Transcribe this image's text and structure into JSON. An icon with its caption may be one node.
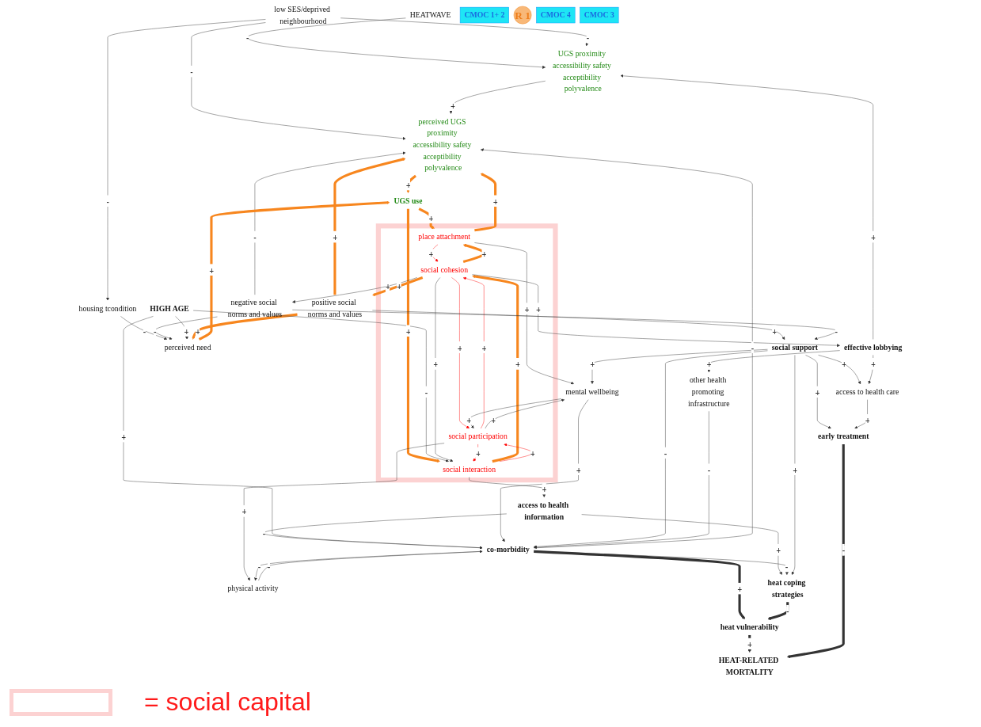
{
  "diagram": {
    "nodes": [
      {
        "text": [
          "UGS proximity accessibility safety acceptibility polyvalence"
        ]
      },
      {
        "text": [
          "perceived UGS proximity accessibility safety acceptibility polyvalence"
        ]
      },
      {
        "text": [
          "low SES/deprived neighbourhood"
        ]
      },
      {
        "text": [
          "housing tcondition"
        ]
      },
      {
        "text": [
          "HEATWAVE"
        ]
      },
      {
        "text": [
          "perceived need"
        ]
      },
      {
        "text": [
          "CMOC 1+ 2"
        ]
      },
      {
        "text": [
          "R 1"
        ]
      },
      {
        "text": [
          "CMOC 4"
        ]
      },
      {
        "text": [
          "positive social norms and values"
        ]
      },
      {
        "text": [
          "negative social norms and values"
        ]
      },
      {
        "text": [
          "UGS use"
        ]
      },
      {
        "text": [
          "HIGH AGE"
        ]
      },
      {
        "text": [],
        "shape": "box"
      },
      {
        "text": [
          "CMOC 3"
        ]
      },
      {
        "text": [
          "place attachment"
        ],
        "in": 13
      },
      {
        "text": [
          "social interaction"
        ],
        "in": 13
      },
      {
        "text": [
          "social cohesion"
        ],
        "in": 13
      },
      {
        "text": [
          "social participation"
        ],
        "in": 13
      },
      {
        "text": [
          "physical activity"
        ]
      },
      {
        "text": [
          "access to health information"
        ]
      },
      {
        "text": [
          "social support"
        ]
      },
      {
        "text": [
          "effective lobbying"
        ]
      },
      {
        "text": [
          "mental wellbeing"
        ]
      },
      {
        "text": [
          "access to health care"
        ]
      },
      {
        "text": [
          "other health promoting infrastructure"
        ]
      },
      {
        "text": [
          "co-morbidity"
        ]
      },
      {
        "text": [
          "heat coping strategies"
        ]
      },
      {
        "text": [
          "early treatment"
        ]
      },
      {
        "text": [
          "heat vulnerability"
        ]
      },
      {
        "text": [
          "HEAT-RELATED MORTALITY"
        ]
      }
    ],
    "edges": [
      {
        "from": 4,
        "to": 0,
        "arrow": "to",
        "label": "-"
      },
      {
        "from": 22,
        "to": 0,
        "arrow": "to",
        "label": "+"
      },
      {
        "from": 2,
        "to": 0,
        "arrow": "to",
        "label": "-"
      },
      {
        "from": 2,
        "to": 1,
        "arrow": "to",
        "label": "-"
      },
      {
        "from": 10,
        "to": 1,
        "arrow": "to",
        "label": "-"
      },
      {
        "from": 0,
        "to": 1,
        "arrow": "to",
        "label": "+"
      },
      {
        "from": 26,
        "to": 1,
        "arrow": "to",
        "label": "-"
      },
      {
        "from": 2,
        "to": 3,
        "arrow": "to",
        "label": "-"
      },
      {
        "from": 3,
        "to": 5,
        "arrow": "to",
        "label": "-"
      },
      {
        "from": 10,
        "to": 5,
        "arrow": "to",
        "label": "-"
      },
      {
        "from": 12,
        "to": 5,
        "arrow": "to",
        "label": "+"
      },
      {
        "from": 1,
        "to": 11,
        "arrow": "to",
        "label": "+",
        "style": "thick",
        "color": "#f7861e"
      },
      {
        "from": 5,
        "to": 11,
        "arrow": "to",
        "label": "+",
        "style": "thick",
        "color": "#f7861e"
      },
      {
        "from": 9,
        "to": 5,
        "arrow": "to",
        "label": "+",
        "style": "thick",
        "color": "#f7861e"
      },
      {
        "from": 15,
        "to": 1,
        "arrow": "to",
        "label": "+",
        "style": "thick",
        "color": "#f7861e"
      },
      {
        "from": 9,
        "to": 1,
        "arrow": "to",
        "label": "+",
        "style": "thick",
        "color": "#f7861e"
      },
      {
        "from": 11,
        "to": 15,
        "arrow": "to",
        "label": "+",
        "style": "thick",
        "color": "#f7861e"
      },
      {
        "from": 11,
        "to": 16,
        "arrow": "to",
        "label": "+",
        "style": "thick",
        "color": "#f7861e"
      },
      {
        "from": 12,
        "to": 16,
        "arrow": "to",
        "label": "-"
      },
      {
        "from": 16,
        "to": 17,
        "arrow": "to",
        "label": "+",
        "style": "thick",
        "color": "#f7861e"
      },
      {
        "from": 17,
        "to": 15,
        "arrow": "to",
        "label": "+",
        "style": "thick",
        "color": "#f7861e"
      },
      {
        "from": 17,
        "to": 9,
        "arrow": "to",
        "label": "+",
        "style": "thick",
        "color": "#f7861e"
      },
      {
        "from": 15,
        "to": 17,
        "arrow": "to",
        "label": "+",
        "color": "#ff0000"
      },
      {
        "from": 17,
        "to": 16,
        "arrow": "to",
        "label": "+"
      },
      {
        "from": 16,
        "to": 18,
        "arrow": "to",
        "label": "+",
        "color": "#ff0000"
      },
      {
        "from": 18,
        "to": 16,
        "arrow": "to",
        "label": "+",
        "color": "#ff0000"
      },
      {
        "from": 17,
        "to": 18,
        "arrow": "to",
        "label": "+",
        "color": "#ff0000"
      },
      {
        "from": 18,
        "to": 17,
        "arrow": "to",
        "label": "+",
        "color": "#ff0000"
      },
      {
        "from": 17,
        "to": 10,
        "arrow": "to",
        "label": "+"
      },
      {
        "from": 9,
        "to": 21,
        "arrow": "to",
        "label": "+"
      },
      {
        "from": 10,
        "to": 21,
        "arrow": "to",
        "label": "-"
      },
      {
        "from": 17,
        "to": 22,
        "arrow": "to",
        "label": "+"
      },
      {
        "from": 18,
        "to": 19,
        "arrow": "to",
        "label": "+"
      },
      {
        "from": 16,
        "to": 20,
        "arrow": "to",
        "label": "+"
      },
      {
        "from": 18,
        "to": 23,
        "arrow": "to",
        "label": "+"
      },
      {
        "from": 23,
        "to": 18,
        "arrow": "to",
        "label": "+"
      },
      {
        "from": 15,
        "to": 23,
        "arrow": "to",
        "label": "+"
      },
      {
        "from": 21,
        "to": 23,
        "arrow": "to",
        "label": "+"
      },
      {
        "from": 19,
        "to": 26,
        "arrow": "to",
        "label": "-"
      },
      {
        "from": 26,
        "to": 19,
        "arrow": "to",
        "label": "-"
      },
      {
        "from": 20,
        "to": 26,
        "arrow": "to",
        "label": "-"
      },
      {
        "from": 12,
        "to": 26,
        "arrow": "to",
        "label": "+"
      },
      {
        "from": 23,
        "to": 26,
        "arrow": "to",
        "label": "+"
      },
      {
        "from": 21,
        "to": 26,
        "arrow": "to",
        "label": "-"
      },
      {
        "from": 20,
        "to": 27,
        "arrow": "to",
        "label": "+"
      },
      {
        "from": 26,
        "to": 27,
        "arrow": "to",
        "label": "-"
      },
      {
        "from": 21,
        "to": 27,
        "arrow": "to",
        "label": "+"
      },
      {
        "from": 21,
        "to": 24,
        "arrow": "to",
        "label": "+"
      },
      {
        "from": 22,
        "to": 24,
        "arrow": "to",
        "label": "+"
      },
      {
        "from": 21,
        "to": 28,
        "arrow": "to",
        "label": "+"
      },
      {
        "from": 24,
        "to": 28,
        "arrow": "to",
        "label": "+"
      },
      {
        "from": 22,
        "to": 25,
        "arrow": "to",
        "label": "+"
      },
      {
        "from": 25,
        "to": 26,
        "arrow": "to",
        "label": "-"
      },
      {
        "from": 26,
        "to": 29,
        "arrow": "to",
        "label": "+",
        "style": "thick"
      },
      {
        "from": 27,
        "to": 29,
        "arrow": "to",
        "label": "-",
        "style": "thick"
      },
      {
        "from": 29,
        "to": 30,
        "arrow": "to",
        "label": "+",
        "style": "thick"
      },
      {
        "from": 28,
        "to": 30,
        "arrow": "to",
        "label": "-",
        "style": "thick"
      }
    ],
    "legend": [
      {
        "text": "= social capital"
      }
    ]
  }
}
